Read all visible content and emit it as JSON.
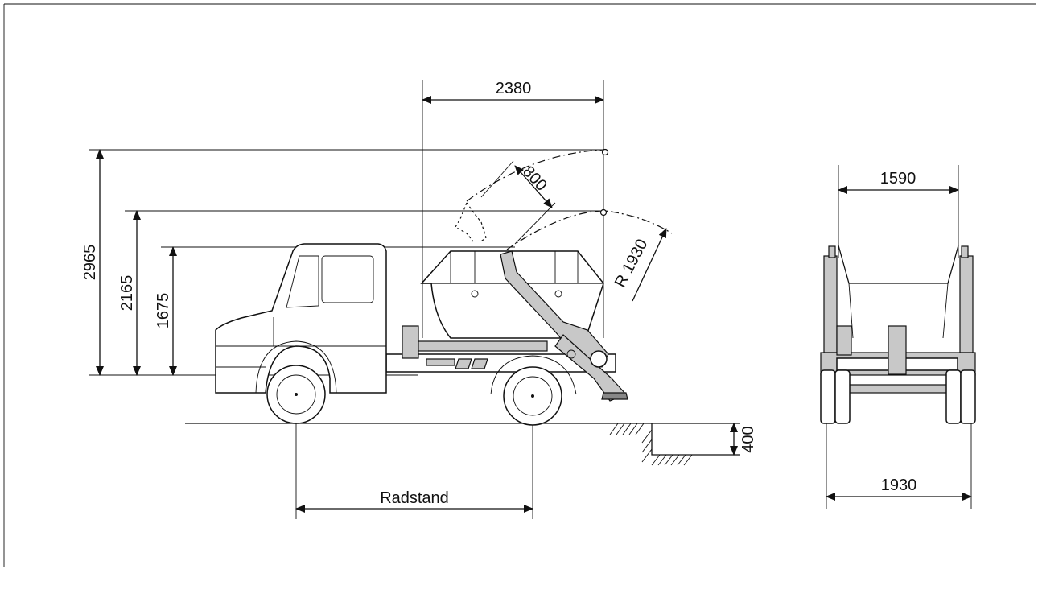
{
  "dimensions": {
    "width_top": "2380",
    "height_max": "2965",
    "height_mid": "2165",
    "height_low": "1675",
    "arm_length": "800",
    "radius": "R 1930",
    "pit_depth": "400",
    "wheelbase": "Radstand",
    "rear_width_top": "1590",
    "rear_width_bottom": "1930"
  }
}
